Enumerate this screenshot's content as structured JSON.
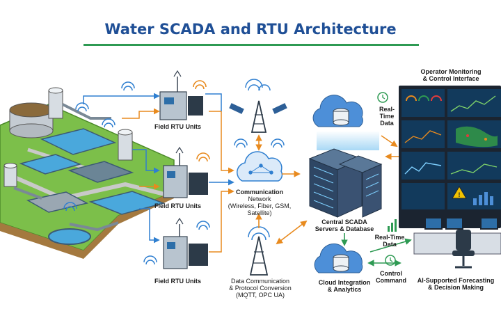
{
  "title": "Water SCADA and RTU Architecture",
  "labels": {
    "field_rtu_1": "Field RTU Units",
    "field_rtu_2": "Field RTU Units",
    "field_rtu_3": "Field RTU Units",
    "comm_network": [
      "Communication",
      "Network",
      "(Wireless, Fiber, GSM,",
      "Satellite)"
    ],
    "data_comm": [
      "Data Communication",
      "& Protocol Conversion",
      "(MQTT, OPC UA)"
    ],
    "central_scada": [
      "Central SCADA",
      "Servers & Database"
    ],
    "cloud": [
      "Cloud Integration",
      "& Analytics"
    ],
    "realtime_top": [
      "Real-",
      "Time",
      "Data"
    ],
    "realtime_bottom": [
      "Real-Time",
      "Data"
    ],
    "control_command": [
      "Control",
      "Command"
    ],
    "operator": [
      "Operator Monitoring",
      "& Control Interface"
    ],
    "ai": [
      "AI-Supported Forecasting",
      "& Decision Making"
    ]
  },
  "colors": {
    "title": "#1f4f96",
    "underline": "#2e9a53",
    "arrow_blue": "#2f7fd0",
    "arrow_orange": "#e88a1e",
    "arrow_green": "#2e9a53",
    "water": "#4aa8dc",
    "grass": "#7cbf4a",
    "server": "#3a5272",
    "cloud": "#4d8fd8",
    "screen": "#123a5c"
  }
}
